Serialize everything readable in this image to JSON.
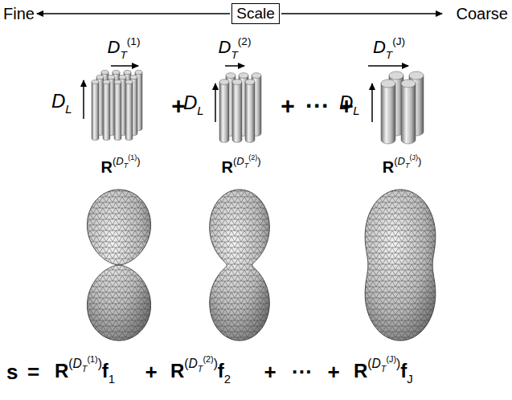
{
  "diagram": {
    "nodes": [
      {
        "text": [
          "Scale"
        ]
      }
    ],
    "labels": [
      "Fine",
      "Coarse",
      "DT(1)",
      "DL",
      "+",
      "DT(2)",
      "DL",
      "+",
      "···",
      "+",
      "DT(J)",
      "DL",
      "R(DT(1))",
      "R(DT(2))",
      "R(DT(J))",
      "s",
      "=",
      "R(DT(1))f1",
      "+",
      "R(DT(2))f2",
      "+",
      "···",
      "+",
      "R(DT(J))fJ"
    ]
  }
}
